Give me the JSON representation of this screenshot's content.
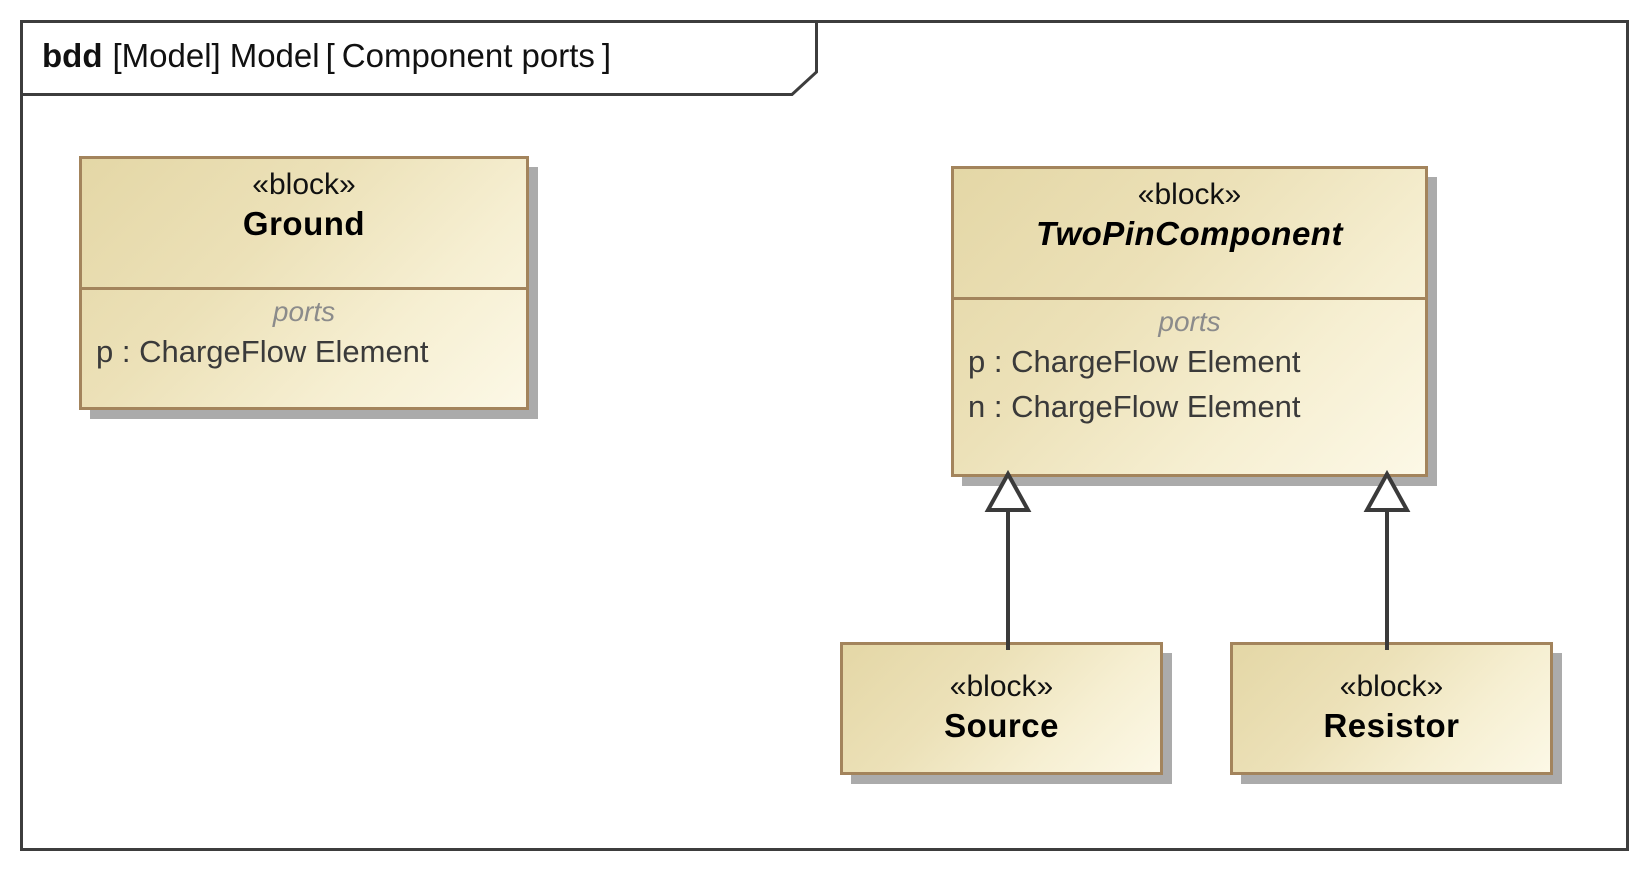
{
  "diagram": {
    "type": "SysML Block Definition Diagram",
    "frame_header": {
      "kind": "bdd",
      "namespace": "[Model]",
      "model_name": "Model",
      "bracket_open": "[",
      "diagram_name": "Component ports",
      "bracket_close": "]"
    },
    "colors": {
      "frame_border": "#3d3d3d",
      "block_border": "#a3845c",
      "block_fill_dark": "#e4d7a6",
      "block_fill_light": "#fcf8e6",
      "shadow": "#969696",
      "compartment_title": "#8b8b8b",
      "port_text": "#3a3a3a",
      "connector": "#3a3a3a"
    }
  },
  "blocks": [
    {
      "id": "ground",
      "stereotype": "«block»",
      "name": "Ground",
      "abstract": false,
      "compartments": [
        {
          "title": "ports",
          "items": [
            "p : ChargeFlow Element"
          ]
        }
      ]
    },
    {
      "id": "twopincomponent",
      "stereotype": "«block»",
      "name": "TwoPinComponent",
      "abstract": true,
      "compartments": [
        {
          "title": "ports",
          "items": [
            "p : ChargeFlow Element",
            "n : ChargeFlow Element"
          ]
        }
      ]
    },
    {
      "id": "source",
      "stereotype": "«block»",
      "name": "Source",
      "abstract": false,
      "compartments": []
    },
    {
      "id": "resistor",
      "stereotype": "«block»",
      "name": "Resistor",
      "abstract": false,
      "compartments": []
    }
  ],
  "relationships": [
    {
      "kind": "generalization",
      "source": "source",
      "target": "twopincomponent"
    },
    {
      "kind": "generalization",
      "source": "resistor",
      "target": "twopincomponent"
    }
  ]
}
